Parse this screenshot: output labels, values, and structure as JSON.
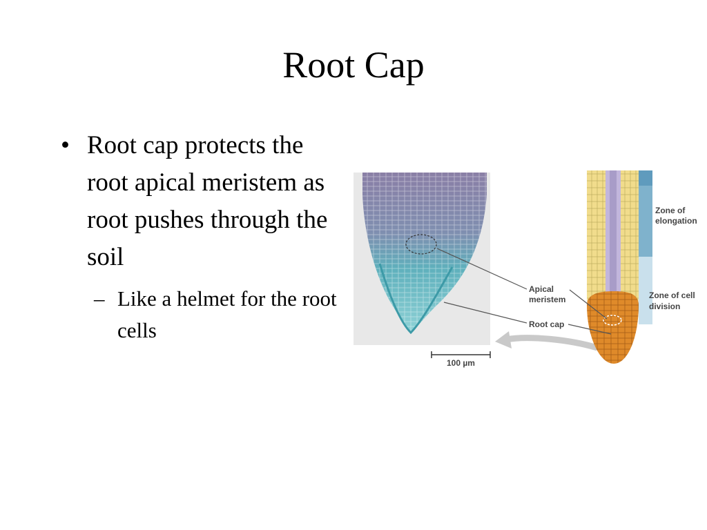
{
  "slide": {
    "title": "Root Cap",
    "bullet_1": "Root cap protects the root apical meristem as root pushes through the soil",
    "bullet_1_sub_1": "Like a helmet for the root cells",
    "bullet_marker": "•",
    "sub_marker": "–"
  },
  "figure": {
    "label_apical_1": "Apical",
    "label_apical_2": "meristem",
    "label_root_cap": "Root cap",
    "label_zone_elong_1": "Zone of",
    "label_zone_elong_2": "elongation",
    "label_zone_div_1": "Zone of cell",
    "label_zone_div_2": "division",
    "scale_bar": "100 µm"
  },
  "colors": {
    "micrograph_bg": "#e8e8e8",
    "stain_purple": "#8a7fa6",
    "stain_teal": "#4ea8b4",
    "diagram_yellow": "#f1dc8c",
    "diagram_lavender": "#c2b6dc",
    "zone_blue": "#7fb2cc",
    "root_cap_orange": "#df8a2a",
    "arrow_gray": "#c9c9c9"
  }
}
